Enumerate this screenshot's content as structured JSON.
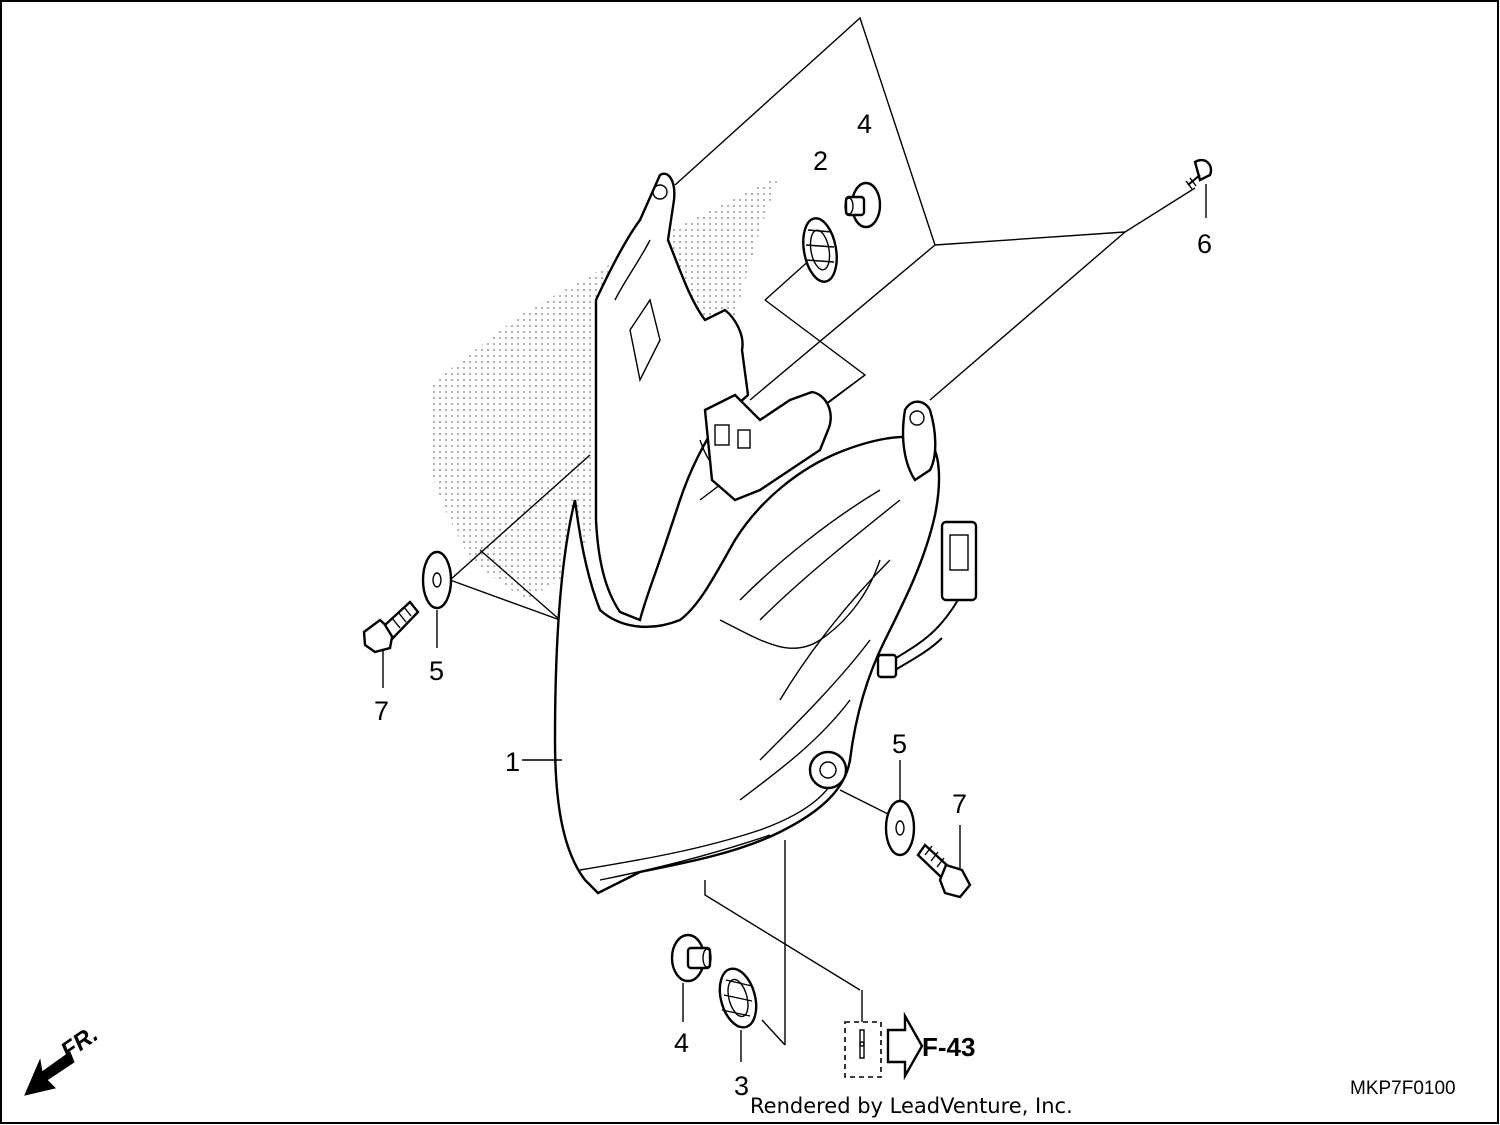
{
  "diagram": {
    "callouts": {
      "part_1": "1",
      "part_2": "2",
      "part_3": "3",
      "part_4_top": "4",
      "part_4_bottom": "4",
      "part_5_left": "5",
      "part_5_right": "5",
      "part_6": "6",
      "part_7_left": "7",
      "part_7_right": "7"
    },
    "reference": "F-43",
    "front_indicator": "FR.",
    "diagram_code": "MKP7F0100",
    "credit": "Rendered by LeadVenture, Inc."
  },
  "colors": {
    "line": "#000000",
    "background": "#ffffff",
    "screen_dots": "#9a9a9a"
  },
  "icons": [
    "front-arrow-icon",
    "reference-arrow-icon",
    "grommet-icon",
    "bolt-icon",
    "washer-icon",
    "collar-icon"
  ]
}
